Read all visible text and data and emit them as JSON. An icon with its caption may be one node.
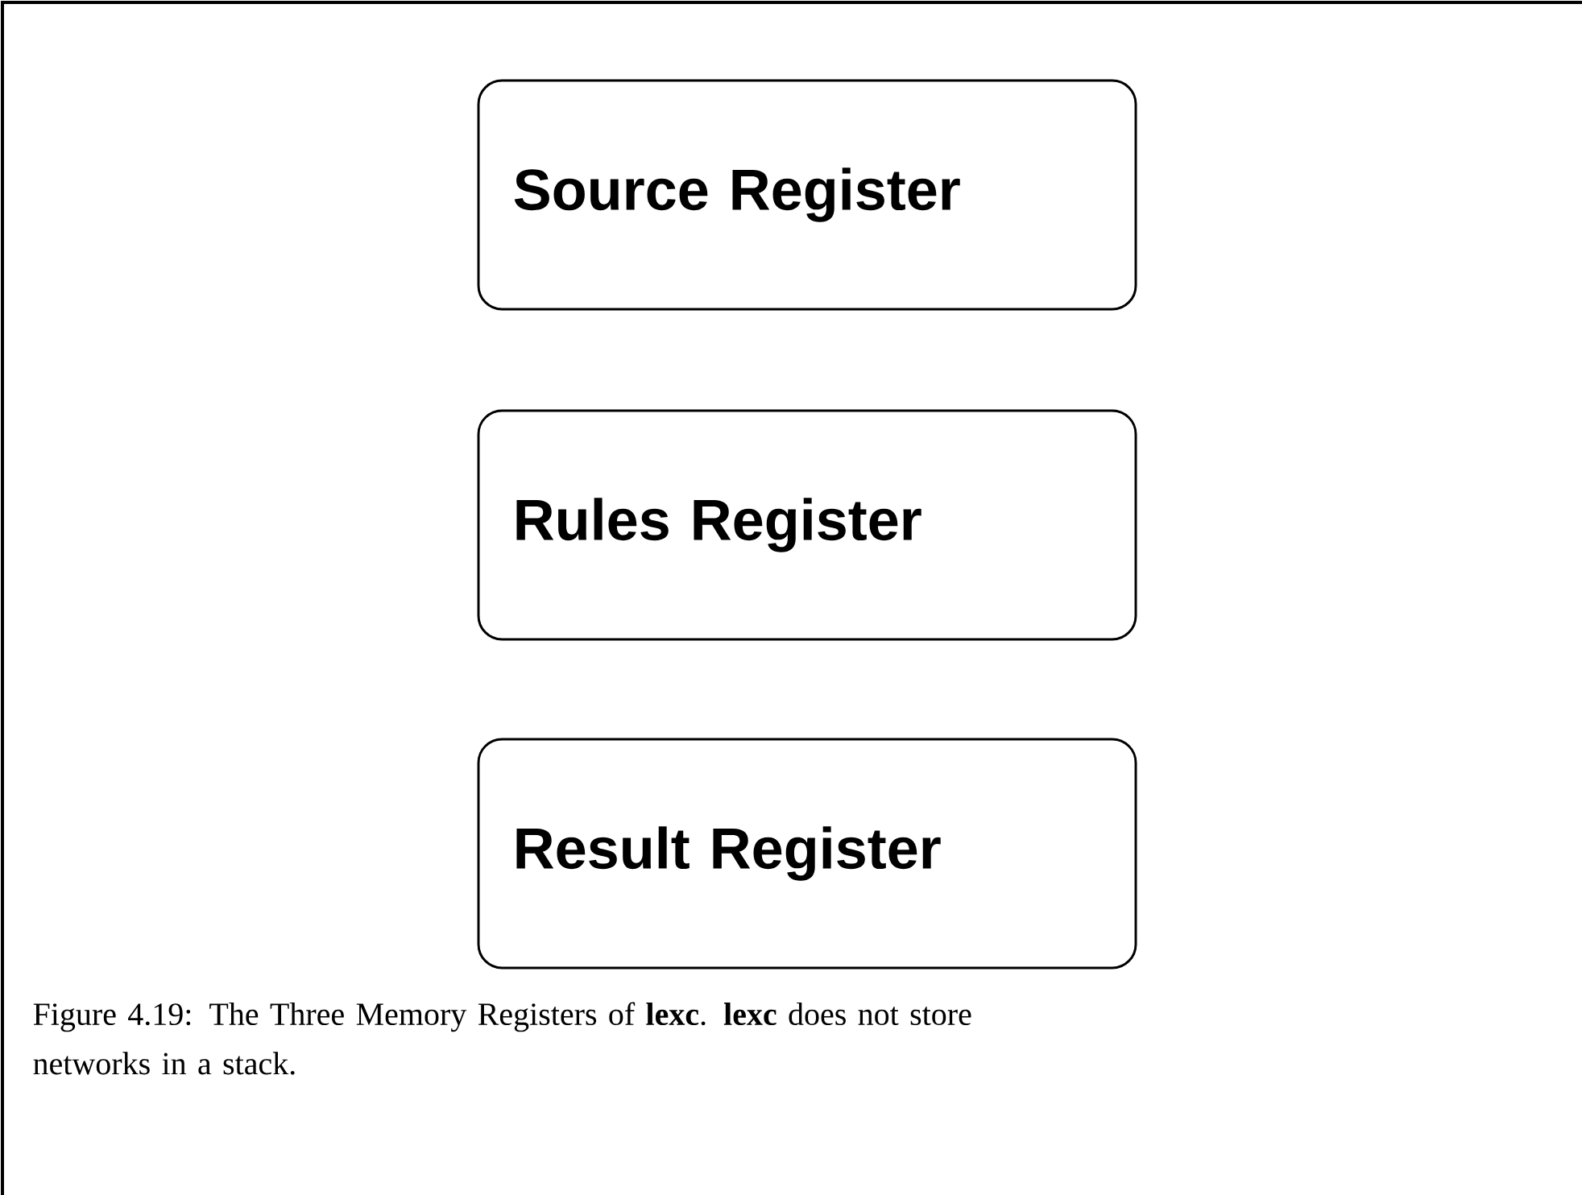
{
  "diagram": {
    "caption": "Figure 4.19: The Three Memory Registers of **lexc**. **lexc** does not store networks in a stack.",
    "nodes": [
      {
        "text": [
          "Source Register"
        ]
      },
      {
        "text": [
          "Rules Register"
        ]
      },
      {
        "text": [
          "Result Register"
        ]
      }
    ]
  }
}
